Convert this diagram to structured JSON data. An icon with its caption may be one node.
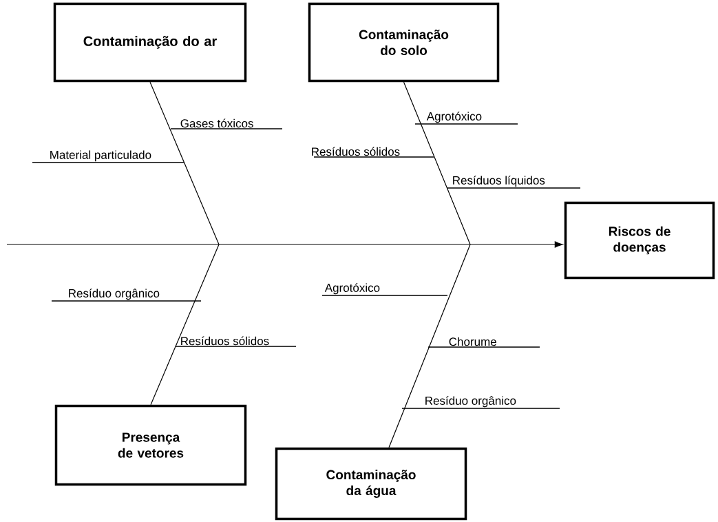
{
  "diagram": {
    "nodes": [
      {
        "text": [
          "Contaminação do ar"
        ]
      },
      {
        "text": [
          "Contaminação do solo"
        ]
      },
      {
        "text": [
          "Riscos de doenças"
        ]
      },
      {
        "text": [
          "Presença de vetores"
        ]
      },
      {
        "text": [
          "Contaminação da água"
        ]
      }
    ],
    "edges": [
      {
        "from": null,
        "to": 2,
        "arrow": "to"
      },
      {
        "from": 0,
        "to": null,
        "arrow": "none"
      },
      {
        "from": 1,
        "to": null,
        "arrow": "none"
      },
      {
        "from": 3,
        "to": null,
        "arrow": "none"
      },
      {
        "from": 4,
        "to": null,
        "arrow": "none"
      }
    ],
    "labels": [
      "Gases tóxicos",
      "Agrotóxico",
      "Material particulado",
      "Resíduos sólidos",
      "Resíduos líquidos",
      "Resíduo orgânico",
      "Agrotóxico",
      "Resíduos sólidos",
      "Chorume",
      "Resíduo orgânico"
    ]
  }
}
